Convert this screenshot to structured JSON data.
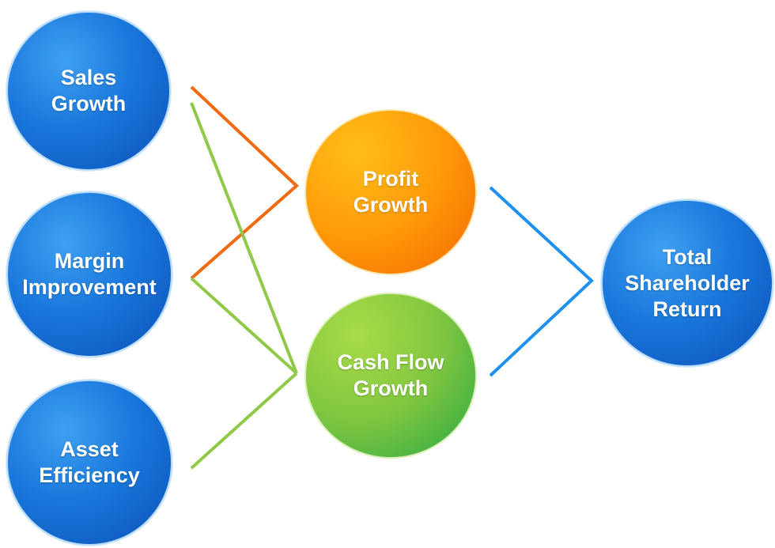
{
  "nodes": {
    "sales": {
      "line1": "Sales",
      "line2": "Growth"
    },
    "margin": {
      "line1": "Margin",
      "line2": "Improvement"
    },
    "asset": {
      "line1": "Asset",
      "line2": "Efficiency"
    },
    "profit": {
      "line1": "Profit",
      "line2": "Growth"
    },
    "cash": {
      "line1": "Cash Flow",
      "line2": "Growth"
    },
    "total": {
      "line1": "Total",
      "line2": "Shareholder",
      "line3": "Return"
    }
  },
  "colors": {
    "profit_connector": "#f26a10",
    "cash_connector": "#90c94a",
    "return_connector": "#1e90f0"
  }
}
